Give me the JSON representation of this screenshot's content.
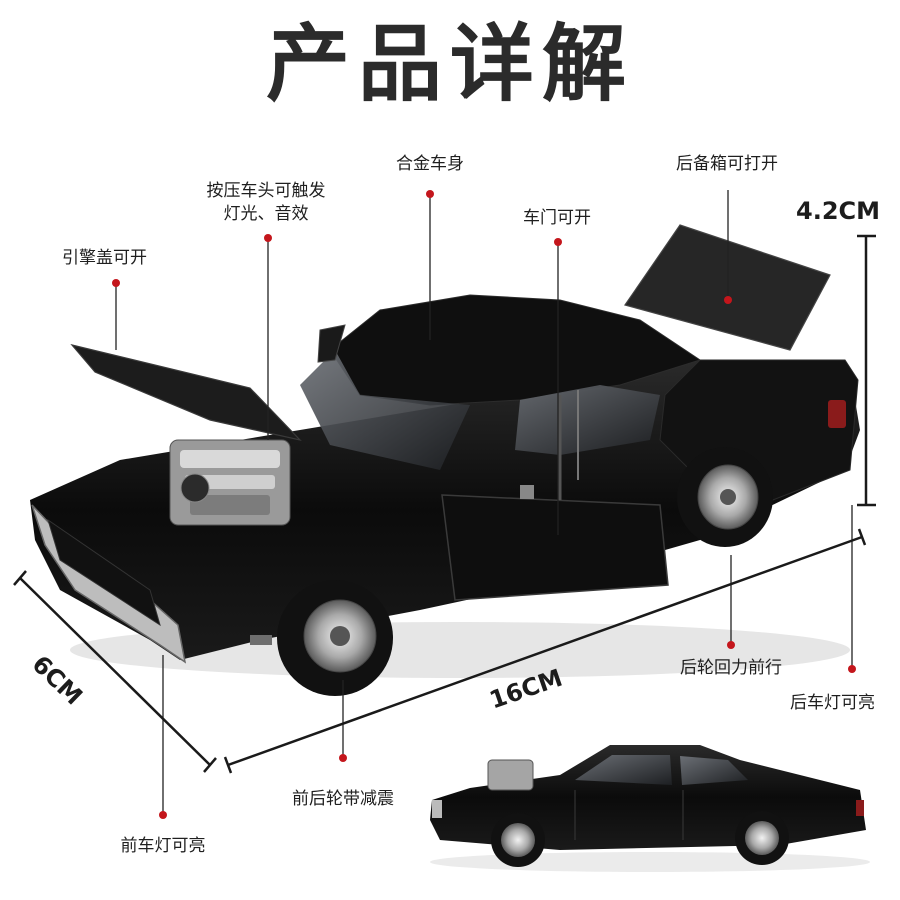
{
  "title": "产品详解",
  "callouts": {
    "hood": "引擎盖可开",
    "press_top": "按压车头可触发",
    "press_bottom": "灯光、音效",
    "body": "合金车身",
    "door": "车门可开",
    "trunk": "后备箱可打开",
    "pullback": "后轮回力前行",
    "rear_light": "后车灯可亮",
    "suspension": "前后轮带减震",
    "front_light": "前车灯可亮"
  },
  "dimensions": {
    "height": "4.2CM",
    "width": "6CM",
    "length": "16CM"
  },
  "colors": {
    "car_body": "#0d0d0d",
    "marker": "#c4161c",
    "line": "#222222",
    "chrome": "#c9c9c9"
  }
}
